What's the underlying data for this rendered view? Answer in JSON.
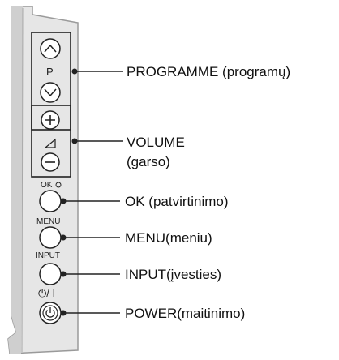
{
  "panel": {
    "programme_glyph": "P",
    "volume_glyph": "◿",
    "ok_small_label": "OK",
    "menu_small_label": "MENU",
    "input_small_label": "INPUT",
    "power_small_label": "⏻/ I"
  },
  "callouts": {
    "programme": "PROGRAMME (programų)",
    "volume_line1": "VOLUME",
    "volume_line2": "(garso)",
    "ok": "OK (patvirtinimo)",
    "menu": "MENU(meniu)",
    "input": "INPUT(įvesties)",
    "power": "POWER(maitinimo)"
  },
  "colors": {
    "line": "#222222",
    "panel_fill": "#e6e6e6",
    "panel_edge": "#c8c8c8",
    "text": "#111111"
  }
}
